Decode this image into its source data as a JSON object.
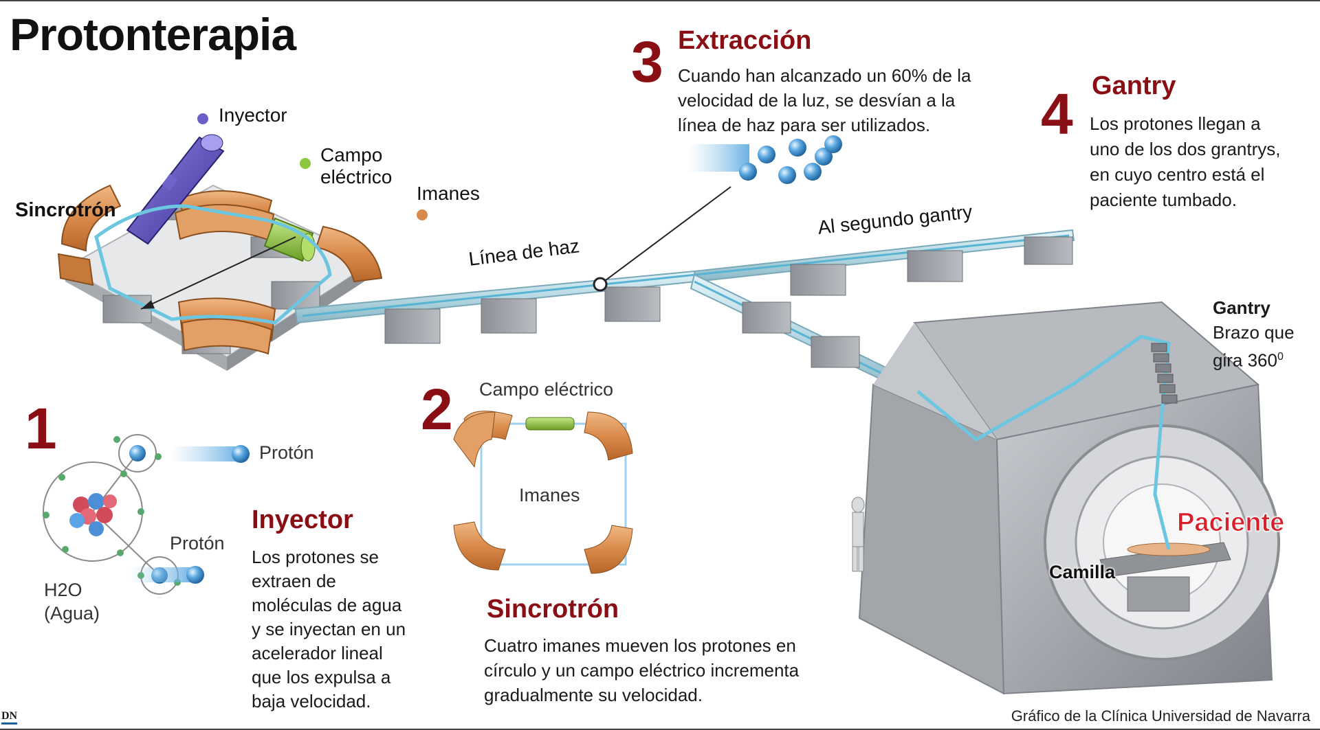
{
  "title": "Protonterapia",
  "synchrotron_label": "Sincrotrón",
  "injector_label": "Inyector",
  "electric_field_label": "Campo eléctrico",
  "magnets_label": "Imanes",
  "beam_line_label": "Línea de haz",
  "second_gantry_label": "Al segundo gantry",
  "step3": {
    "number": "3",
    "heading": "Extracción",
    "body": [
      "Cuando han alcanzado un 60% de la",
      "velocidad de la luz, se desvían a la",
      "línea de haz para ser utilizados."
    ]
  },
  "step4": {
    "number": "4",
    "heading": "Gantry",
    "body": [
      "Los protones llegan a",
      "uno de los dos grantrys,",
      "en cuyo centro está el",
      "paciente tumbado."
    ]
  },
  "gantry_note": {
    "heading": "Gantry",
    "line1": "Brazo que",
    "line2": "gira 360",
    "sup": "0"
  },
  "step1": {
    "number": "1",
    "proton_label_1": "Protón",
    "proton_label_2": "Protón",
    "water_label_1": "H2O",
    "water_label_2": "(Agua)",
    "heading": "Inyector",
    "body": [
      "Los protones se",
      "extraen de",
      "moléculas de agua",
      "y se inyectan en un",
      "acelerador lineal",
      "que los expulsa a",
      "baja velocidad."
    ]
  },
  "step2": {
    "number": "2",
    "electric_field_label": "Campo eléctrico",
    "magnets_label": "Imanes",
    "heading": "Sincrotrón",
    "body": [
      "Cuatro imanes mueven los protones en",
      "círculo y un campo eléctrico incrementa",
      "gradualmente su velocidad."
    ]
  },
  "patient_label": "Paciente",
  "stretcher_label": "Camilla",
  "credit": "Gráfico de la Clínica Universidad de Navarra",
  "logo": "DN",
  "colors": {
    "accent_red": "#8a0f14",
    "magnet_orange": "#d98a4a",
    "beam_cyan": "#6cc6e0",
    "injector_purple": "#5b4fb8",
    "field_green": "#8dc63f",
    "machine_grey": "#9a9da3"
  }
}
